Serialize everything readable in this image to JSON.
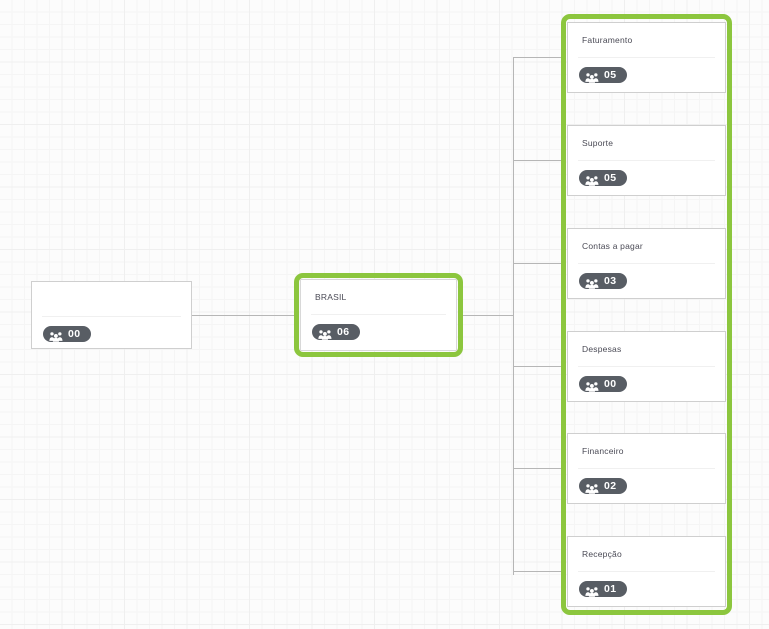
{
  "app": {
    "view_name": "organogram-canvas",
    "accent_color": "#8cc63e",
    "badge_color": "#585d64",
    "node_border_color": "#cfcfcf",
    "connector_color": "#b6b6b6",
    "grid_color": "#efefef",
    "canvas_background": "#fcfcfc"
  },
  "icons": {
    "people": "people-group-icon"
  },
  "nodes": {
    "root": {
      "title": "",
      "count": "00",
      "selected": false,
      "name": "node-root"
    },
    "brasil": {
      "title": "BRASIL",
      "count": "06",
      "selected": true,
      "name": "node-brasil"
    },
    "children": [
      {
        "title": "Faturamento",
        "count": "05",
        "name": "node-faturamento"
      },
      {
        "title": "Suporte",
        "count": "05",
        "name": "node-suporte"
      },
      {
        "title": "Contas a pagar",
        "count": "03",
        "name": "node-contas-a-pagar"
      },
      {
        "title": "Despesas",
        "count": "00",
        "name": "node-despesas"
      },
      {
        "title": "Financeiro",
        "count": "02",
        "name": "node-financeiro"
      },
      {
        "title": "Recepção",
        "count": "01",
        "name": "node-recepcao"
      }
    ]
  }
}
